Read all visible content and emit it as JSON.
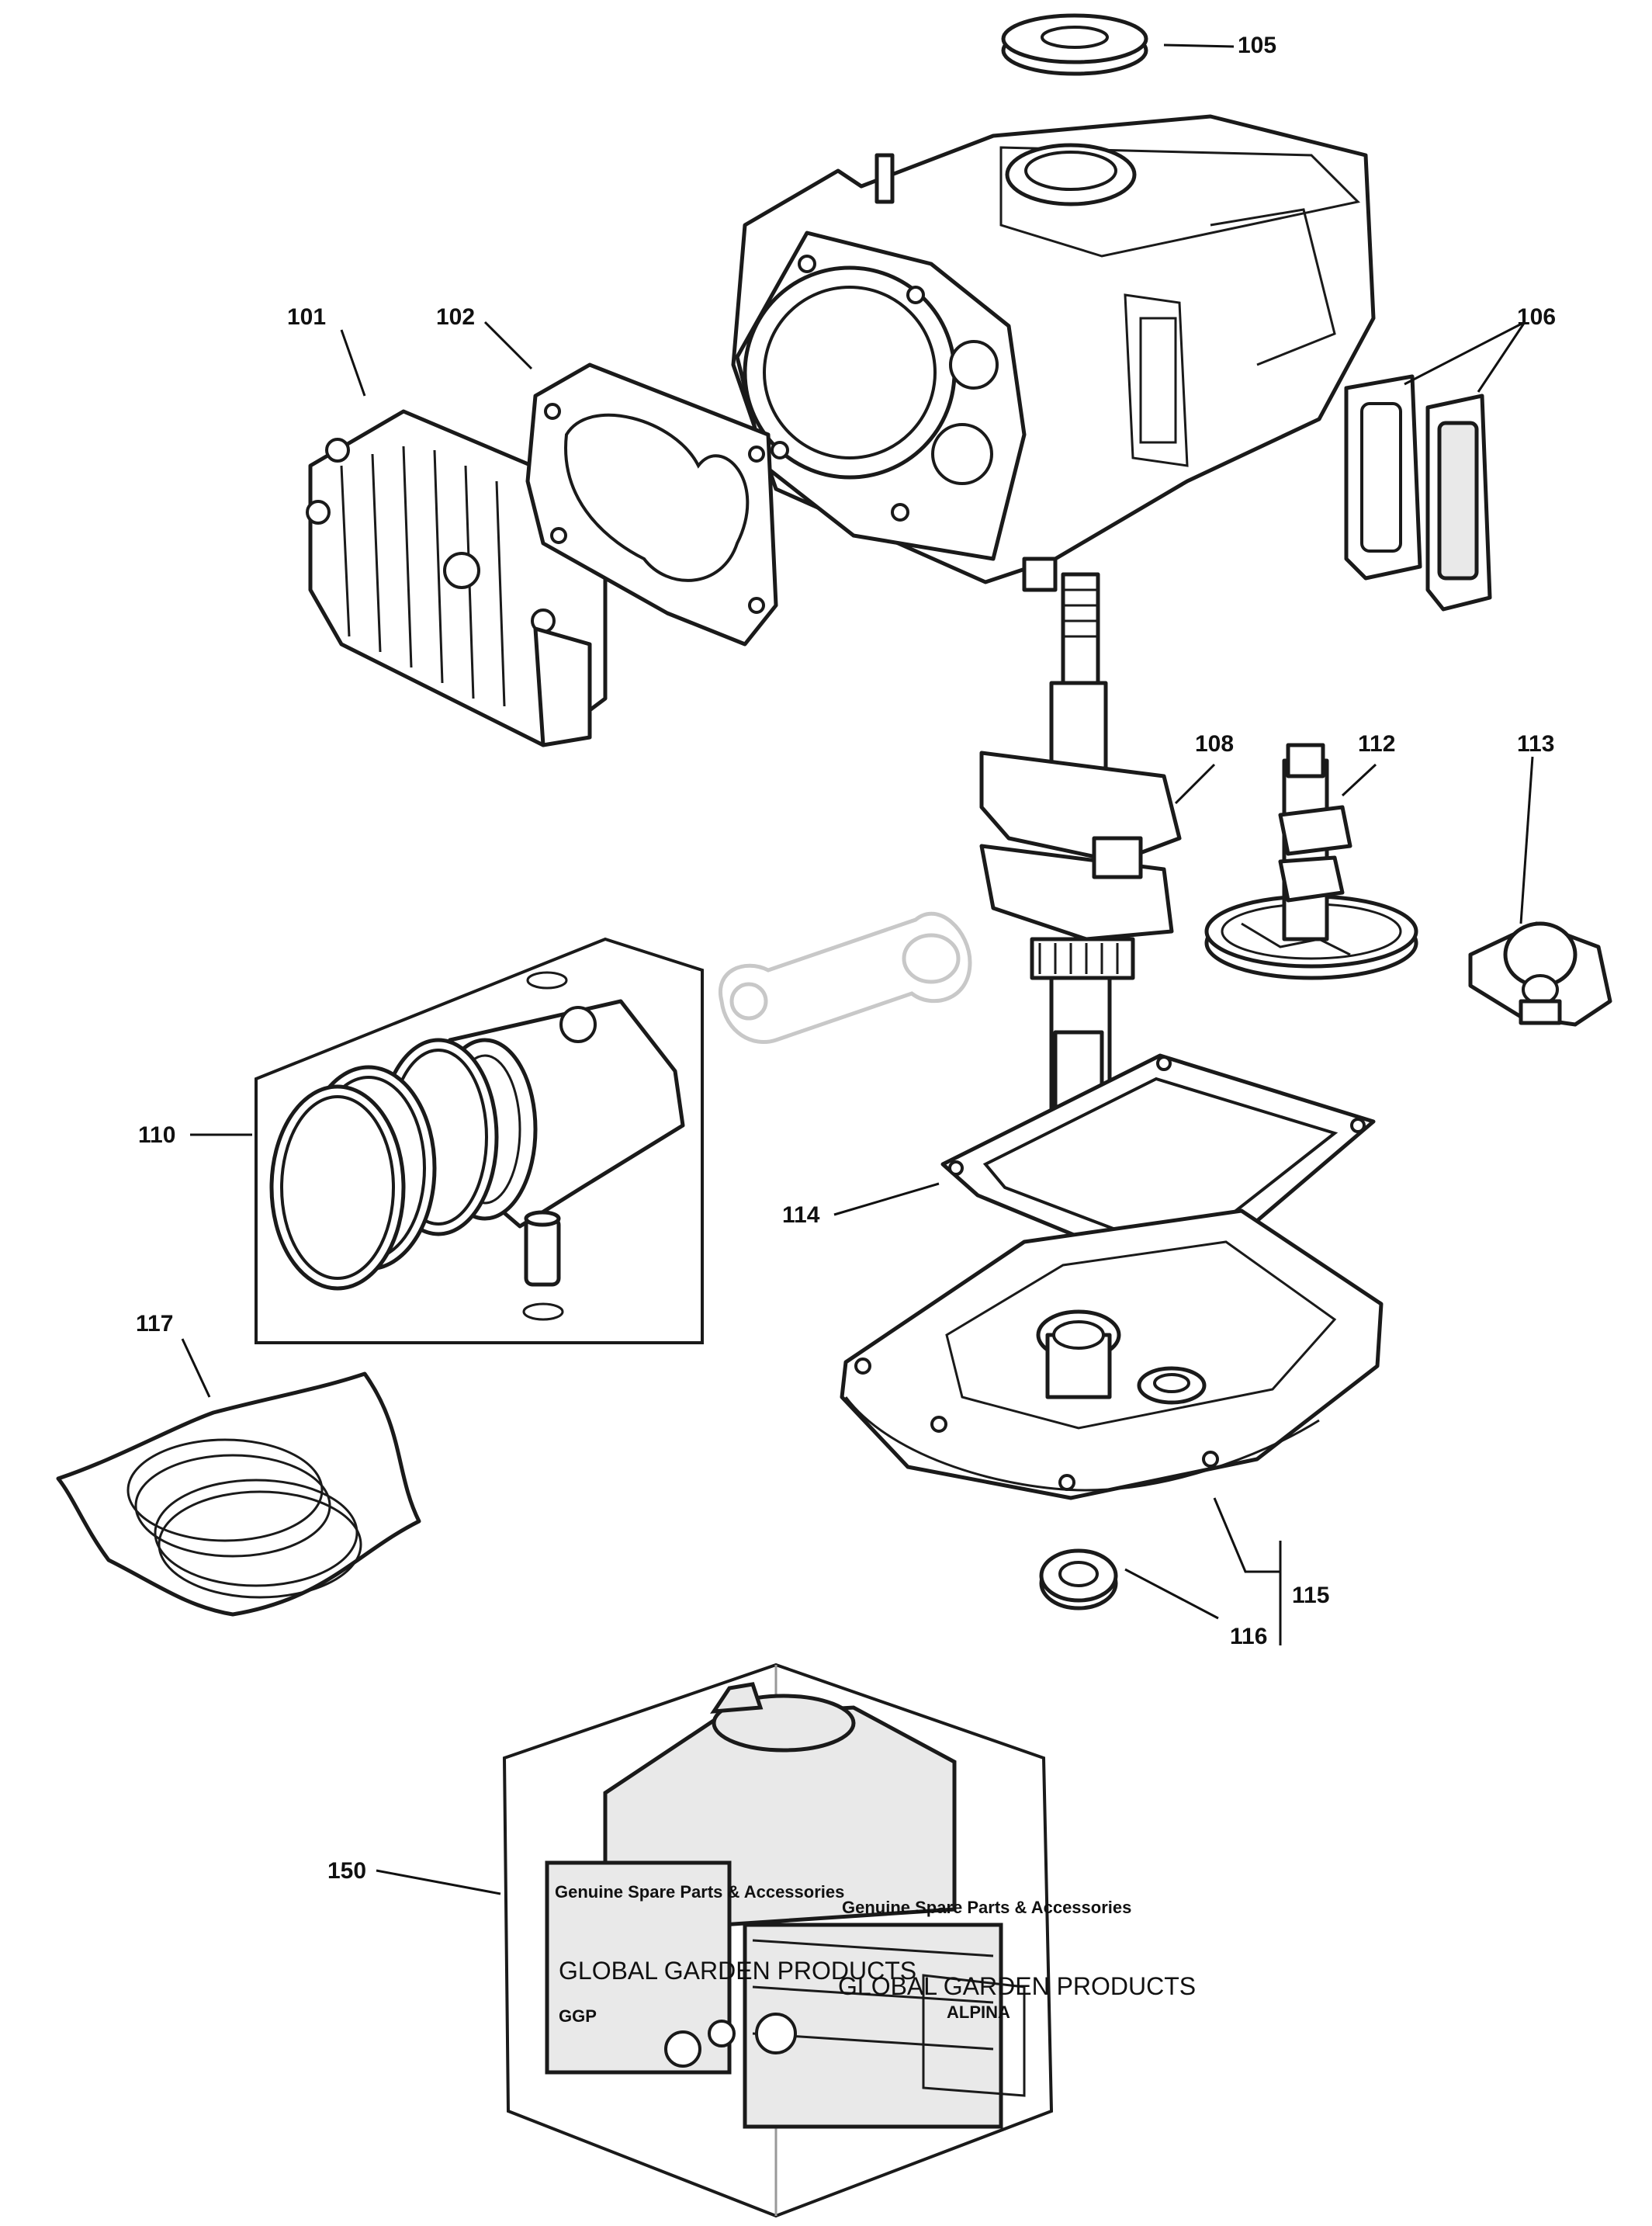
{
  "callouts": {
    "p101": "101",
    "p102": "102",
    "p105": "105",
    "p106": "106",
    "p108": "108",
    "p110": "110",
    "p112": "112",
    "p113": "113",
    "p114": "114",
    "p115": "115",
    "p116": "116",
    "p117": "117",
    "p150": "150"
  },
  "package": {
    "label_left": "Genuine Spare Parts & Accessories",
    "label_right": "Genuine Spare Parts & Accessories",
    "brand_left": "GLOBAL GARDEN PRODUCTS",
    "brand_right": "GLOBAL GARDEN PRODUCTS",
    "logo_a": "GGP",
    "logo_b": "ALPINA"
  },
  "colors": {
    "line": "#1a1a1a",
    "faded_part": "#c8c8c8",
    "background": "#ffffff"
  }
}
